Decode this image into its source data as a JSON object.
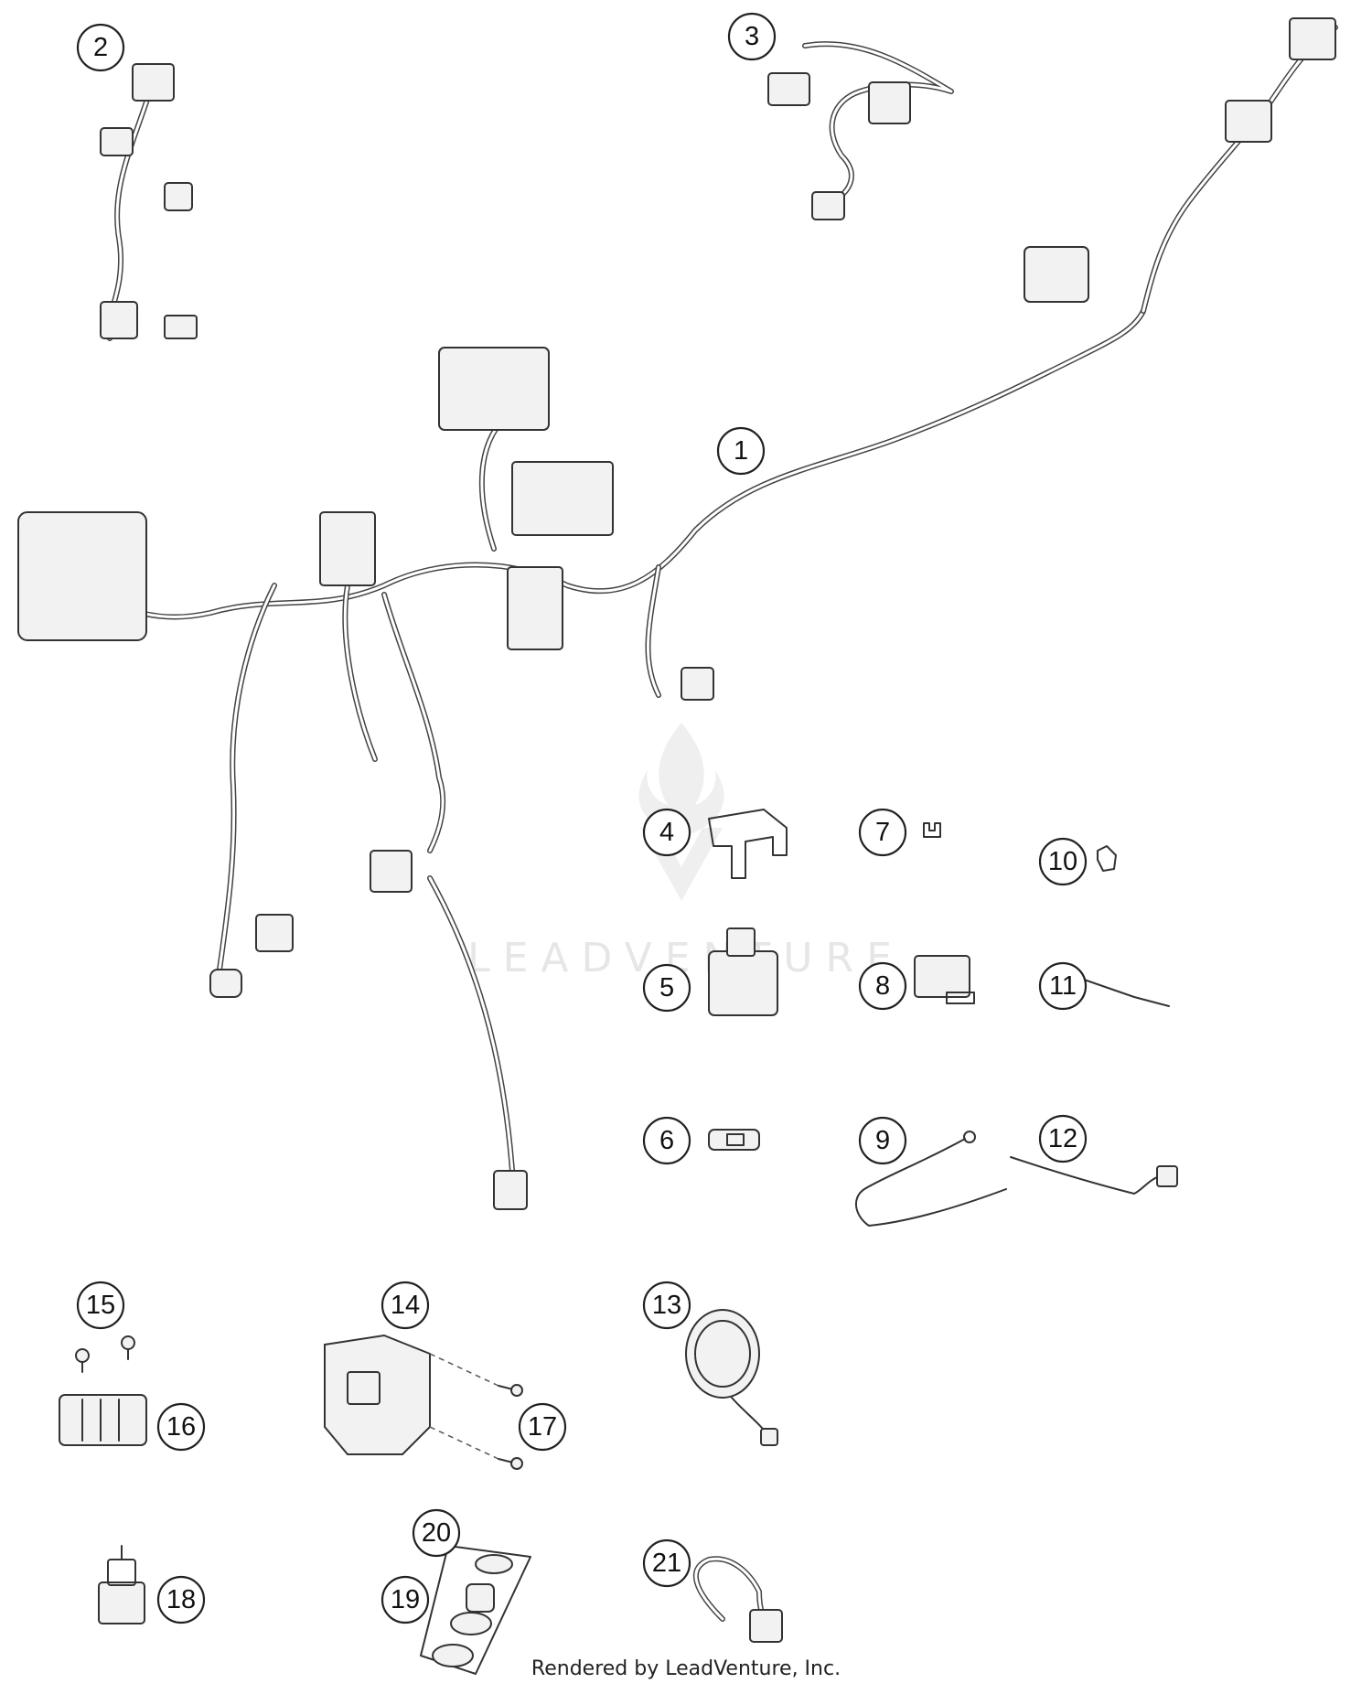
{
  "watermark": {
    "text": "LEADVENTURE"
  },
  "credit": "Rendered by LeadVenture, Inc.",
  "callouts": [
    {
      "id": "1",
      "label": "1"
    },
    {
      "id": "2",
      "label": "2"
    },
    {
      "id": "3",
      "label": "3"
    },
    {
      "id": "4",
      "label": "4"
    },
    {
      "id": "5",
      "label": "5"
    },
    {
      "id": "6",
      "label": "6"
    },
    {
      "id": "7",
      "label": "7"
    },
    {
      "id": "8",
      "label": "8"
    },
    {
      "id": "9",
      "label": "9"
    },
    {
      "id": "10",
      "label": "10"
    },
    {
      "id": "11",
      "label": "11"
    },
    {
      "id": "12",
      "label": "12"
    },
    {
      "id": "13",
      "label": "13"
    },
    {
      "id": "14",
      "label": "14"
    },
    {
      "id": "15",
      "label": "15"
    },
    {
      "id": "16",
      "label": "16"
    },
    {
      "id": "17",
      "label": "17"
    },
    {
      "id": "18",
      "label": "18"
    },
    {
      "id": "19",
      "label": "19"
    },
    {
      "id": "20",
      "label": "20"
    },
    {
      "id": "21",
      "label": "21"
    }
  ]
}
